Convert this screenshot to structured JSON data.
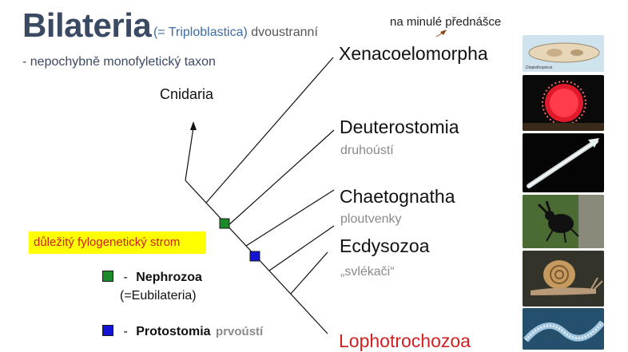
{
  "title": {
    "main": "Bilateria",
    "paren": "(= Triploblastica)",
    "rest": "dvoustranní"
  },
  "subtitle": "- nepochybně monofyletický taxon",
  "note": "na minulé přednášce",
  "outgroup": "Cnidaria",
  "taxa": [
    {
      "name": "Xenacoelomorpha",
      "czech": ""
    },
    {
      "name": "Deuterostomia",
      "czech": "druhoústí"
    },
    {
      "name": "Chaetognatha",
      "czech": "ploutvenky"
    },
    {
      "name": "Ecdysozoa",
      "czech": "„svlékači“"
    },
    {
      "name": "Lophotrochozoa",
      "czech": ""
    }
  ],
  "highlight_label": "důležitý fylogenetický strom",
  "legend": [
    {
      "dash": "-",
      "name": "Nephrozoa",
      "extra": "(=Eubilateria)",
      "color": "#1a8a2a"
    },
    {
      "dash": "-",
      "name": "Protostomia",
      "extra": "prvoústí",
      "color": "#1414d6"
    }
  ],
  "photos": [
    {
      "subject": "acoel worm",
      "caption": "Diopisthoporus"
    },
    {
      "subject": "red sea urchin",
      "caption": ""
    },
    {
      "subject": "arrow worm",
      "caption": ""
    },
    {
      "subject": "stag beetle",
      "caption": ""
    },
    {
      "subject": "snail",
      "caption": ""
    },
    {
      "subject": "bristle worm",
      "caption": ""
    }
  ],
  "colors": {
    "title": "#3b4a63",
    "taxon_red": "#d21f1f",
    "highlight_bg": "#ffff00",
    "nephrozoa_square": "#1a8a2a",
    "protostomia_square": "#1414d6"
  }
}
